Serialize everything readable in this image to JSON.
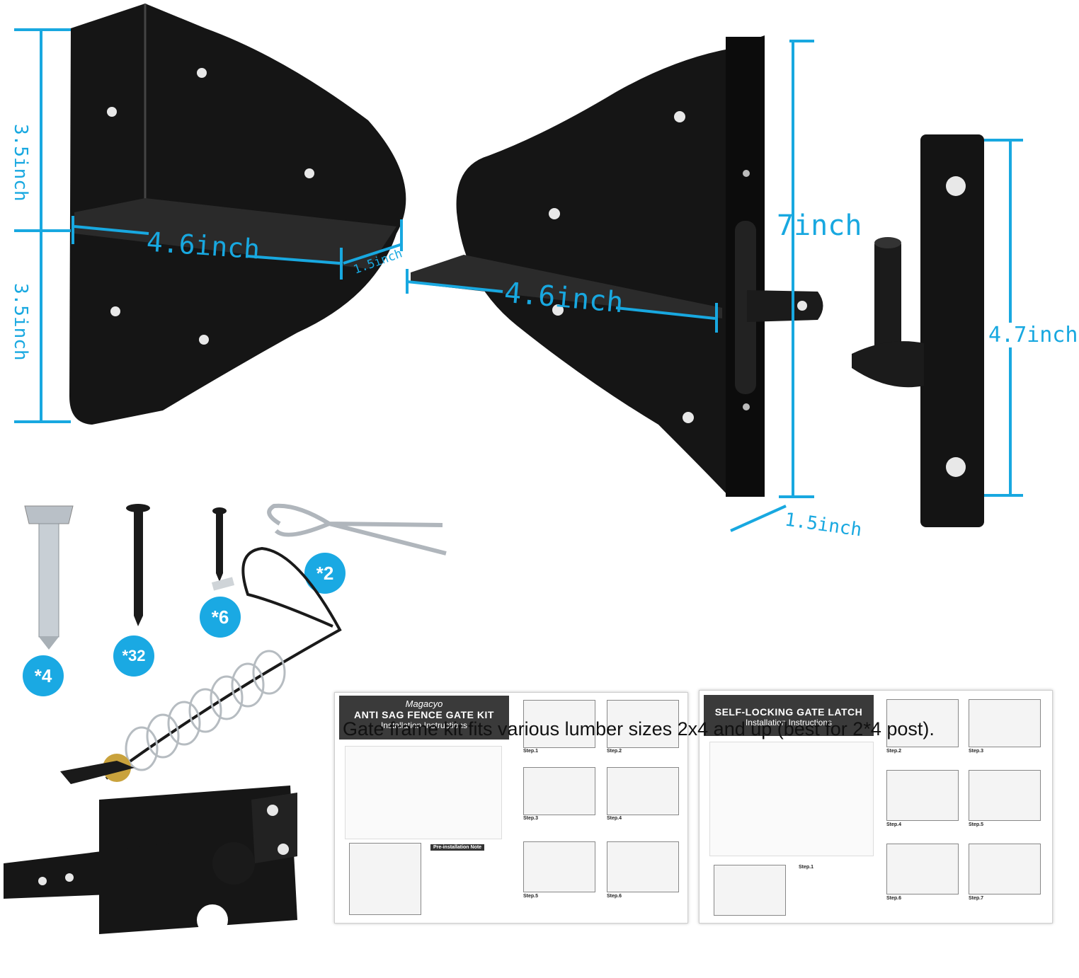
{
  "dimensions": {
    "corner_height_top": "3.5inch",
    "corner_height_bottom": "3.5inch",
    "corner_width": "4.6inch",
    "corner_depth": "1.5inch",
    "hinge_bracket_height": "7inch",
    "hinge_bracket_width": "4.6inch",
    "hinge_bracket_depth": "1.5inch",
    "hinge_plate_height": "4.7inch"
  },
  "quantities": {
    "lag_bolt": "*4",
    "long_screw": "*32",
    "short_screw": "*6",
    "cotter_pin": "*2"
  },
  "manual_left": {
    "brand": "Magacyo",
    "title": "ANTI SAG FENCE GATE KIT",
    "subtitle": "Installation Instructions",
    "pre_note": "Pre-installation Note",
    "steps": [
      "Step.1",
      "Step.2",
      "Step.3",
      "Step.4",
      "Step.5",
      "Step.6"
    ]
  },
  "manual_right": {
    "title": "SELF-LOCKING GATE LATCH",
    "subtitle": "Installation Instructions",
    "steps": [
      "Step.1",
      "Step.2",
      "Step.3",
      "Step.4",
      "Step.5",
      "Step.6",
      "Step.7"
    ]
  },
  "caption": "Gate frame kit fits various lumber sizes 2x4 and up (best for 2*4 post).",
  "colors": {
    "dimension_blue": "#18a8e0",
    "bracket_black": "#111111",
    "bubble_blue": "#1aa9e3"
  }
}
